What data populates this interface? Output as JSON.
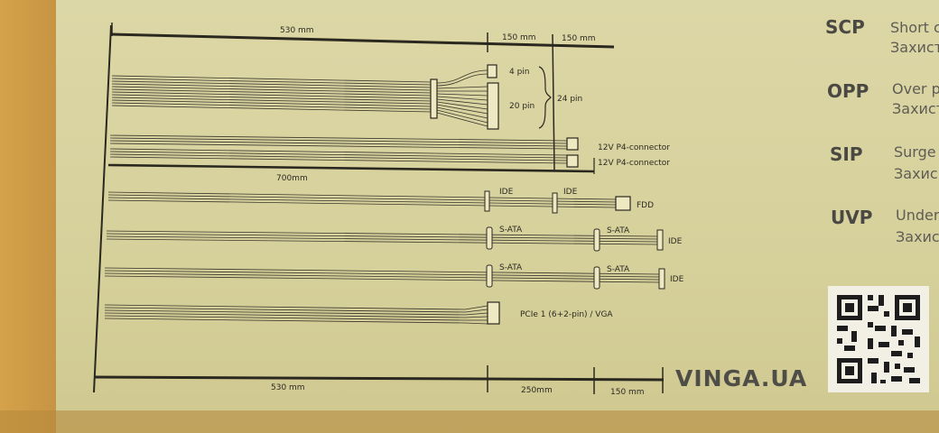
{
  "top_dimensions": {
    "left": "530 mm",
    "mid": "150 mm",
    "right": "150 mm"
  },
  "atx_group": {
    "pin4": "4 pin",
    "pin20": "20 pin",
    "pin24": "24 pin"
  },
  "p4": {
    "connector1": "12V P4-connector",
    "connector2": "12V P4-connector",
    "length": "700mm"
  },
  "rows": {
    "ide_row": {
      "ide1": "IDE",
      "ide2": "IDE",
      "fdd": "FDD"
    },
    "sata_row_1": {
      "sata1": "S-ATA",
      "sata2": "S-ATA",
      "ide": "IDE"
    },
    "sata_row_2": {
      "sata1": "S-ATA",
      "sata2": "S-ATA",
      "ide": "IDE"
    },
    "pcie_row": {
      "label": "PCIe 1 (6+2-pin) / VGA"
    }
  },
  "bottom_dimensions": {
    "left": "530 mm",
    "mid": "250mm",
    "right": "150 mm"
  },
  "brand": "VINGA.UA",
  "protections": [
    {
      "code": "SCP",
      "line1": "Short c",
      "line2": "Захист"
    },
    {
      "code": "OPP",
      "line1": "Over p",
      "line2": "Захист"
    },
    {
      "code": "SIP",
      "line1": "Surge",
      "line2": "Захис"
    },
    {
      "code": "UVP",
      "line1": "Under",
      "line2": "Захис"
    }
  ],
  "colors": {
    "background": "#d8d29c",
    "ink": "#2d2a22",
    "brand": "#4f4d47"
  }
}
